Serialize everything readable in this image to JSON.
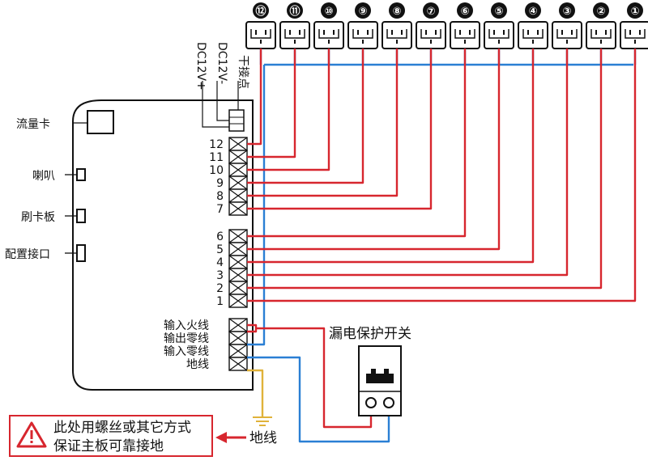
{
  "outlet_numbers": [
    "⑫",
    "⑪",
    "⑩",
    "⑨",
    "⑧",
    "⑦",
    "⑥",
    "⑤",
    "④",
    "③",
    "②",
    "①"
  ],
  "terminals_upper": [
    "12",
    "11",
    "10",
    "9",
    "8",
    "7"
  ],
  "terminals_lower": [
    "6",
    "5",
    "4",
    "3",
    "2",
    "1"
  ],
  "power_terminals": [
    "输入火线",
    "输出零线",
    "输入零线",
    "地线"
  ],
  "dry_contact": "干接点",
  "dc_minus": "DC12V-",
  "dc_plus": "DC12V+",
  "left_ports": [
    "流量卡",
    "喇叭",
    "刷卡板",
    "配置接口"
  ],
  "breaker_label": "漏电保护开关",
  "ground_label": "地线",
  "warning": {
    "line1": "此处用螺丝或其它方式",
    "line2": "保证主板可靠接地",
    "icon": "warning-triangle-icon"
  },
  "colors": {
    "live": "#d7262e",
    "neutral": "#2a7fd4",
    "ground": "#e0b23a",
    "warning": "#d7262e"
  }
}
